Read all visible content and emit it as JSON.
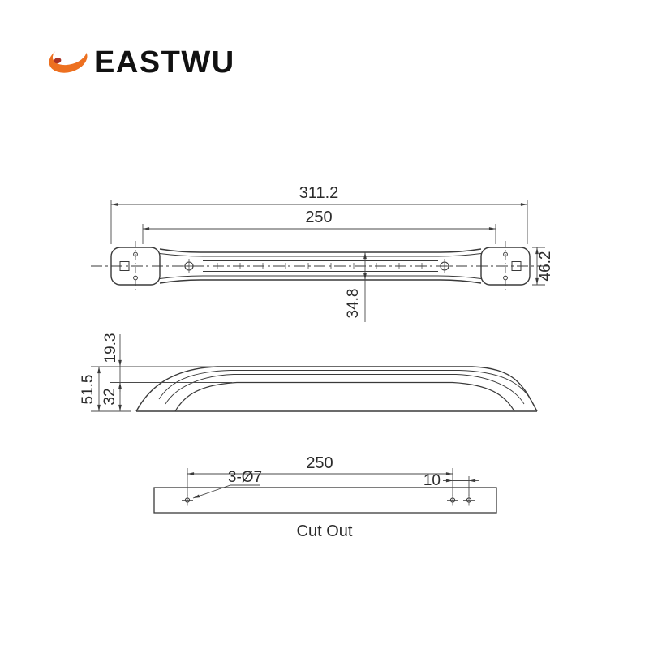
{
  "brand": {
    "name": "EASTWU",
    "logo_color": "#ED7020",
    "logo_accent": "#A93226"
  },
  "drawing": {
    "line_color": "#3a3a3a",
    "top_view": {
      "overall_length": "311.2",
      "mount_spacing": "250",
      "end_cap_width": "46.2",
      "bar_width": "34.8"
    },
    "side_view": {
      "grip_thickness": "19.3",
      "overall_height": "51.5",
      "base_height": "32"
    },
    "cutout_view": {
      "hole_spacing": "250",
      "hole_spec": "3-Ø7",
      "edge_offset": "10",
      "caption": "Cut Out"
    }
  }
}
